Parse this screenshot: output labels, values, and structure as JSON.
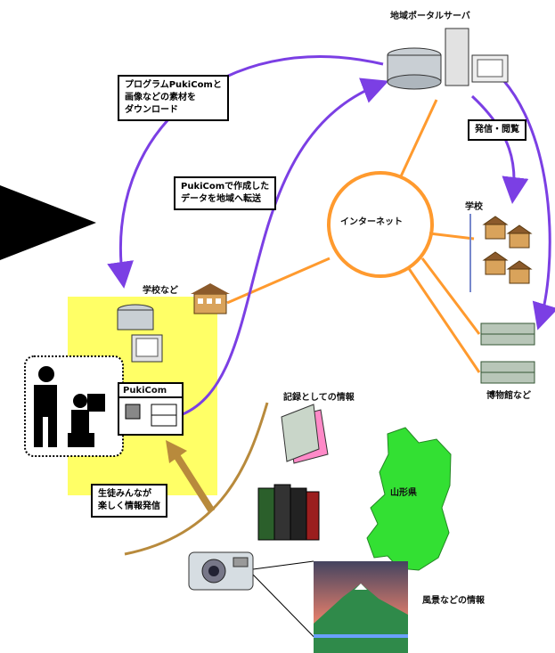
{
  "labels": {
    "portal": "地域ポータルサーバ",
    "internet": "インターネット",
    "school": "学校",
    "school_etc": "学校など",
    "museum_etc": "博物館など",
    "record_info": "記録としての情報",
    "prefecture": "山形県",
    "scenery_info": "風景などの情報",
    "pcom": "PukiCom",
    "download_box": "プログラムPukiComと\n画像などの素材を\nダウンロード",
    "upload_box": "PukiComで作成した\nデータを地域へ転送",
    "share_box": "発信・閲覧",
    "students_box": "生徒みんなが\n楽しく情報発信"
  },
  "colors": {
    "purple": "#7b3fe4",
    "orange": "#ff9a2e",
    "brown": "#b88a3c",
    "yellow_area": "#ffff66",
    "prefecture_green": "#33e033"
  }
}
